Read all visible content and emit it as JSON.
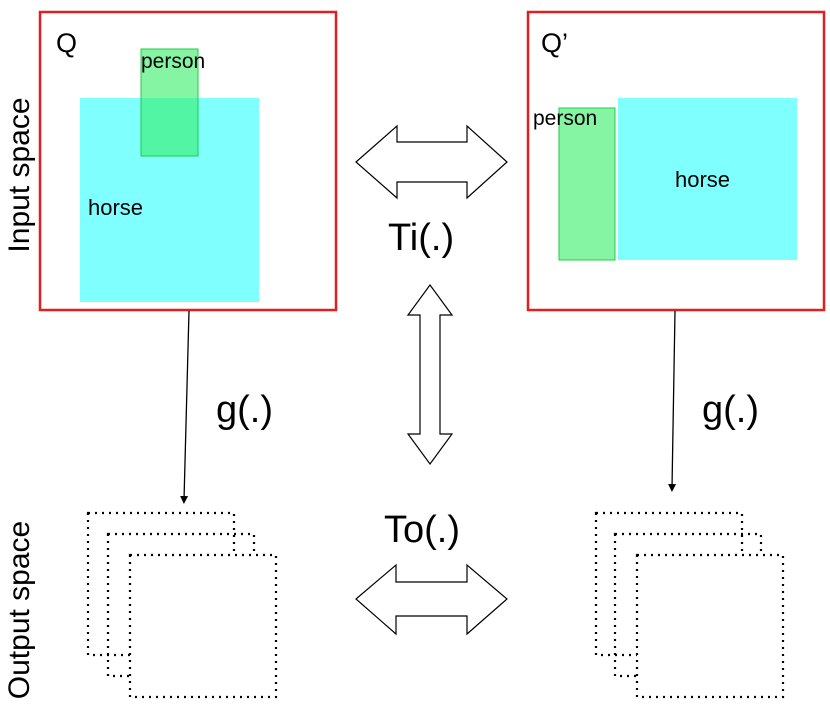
{
  "axes": {
    "input_space": "Input space",
    "output_space": "Output space"
  },
  "frames": [
    {
      "title": "Q",
      "objects": {
        "person": "person",
        "horse": "horse"
      }
    },
    {
      "title": "Q’",
      "objects": {
        "person": "person",
        "horse": "horse"
      }
    }
  ],
  "transforms": {
    "input": "Ti(.)",
    "output": "To(.)",
    "mapping_left": "g(.)",
    "mapping_right": "g(.)"
  },
  "colors": {
    "frame_border": "#e02020",
    "horse_fill": "#80ffff",
    "person_fill": "#33ee66",
    "arrow_fill": "#ffffff",
    "stroke": "#000000"
  }
}
